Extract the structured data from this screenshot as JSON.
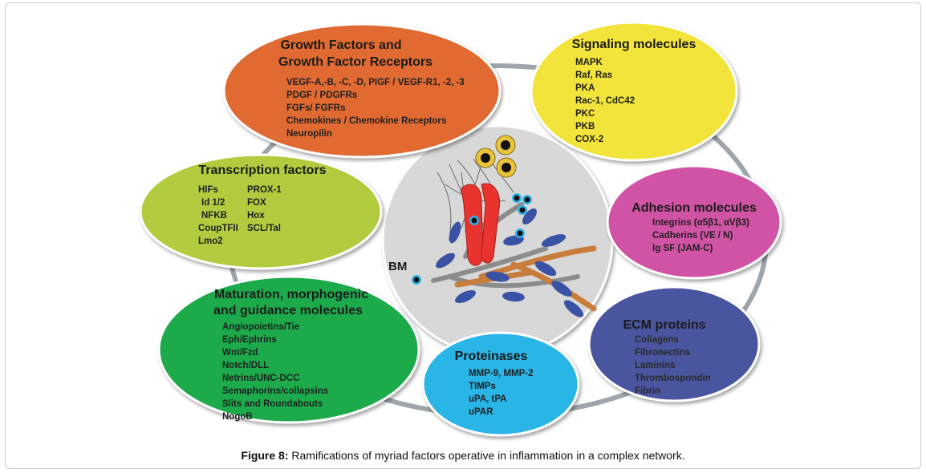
{
  "nodes": {
    "growth": {
      "title_lines": [
        "Growth Factors and",
        "Growth Factor Receptors"
      ],
      "items": [
        "VEGF-A,-B, -C, -D, PIGF / VEGF-R1, -2, -3",
        "PDGF / PDGFRs",
        "FGFs/ FGFRs",
        "Chemokines / Chemokine Receptors",
        "Neuropilin"
      ],
      "color": "#e06a32"
    },
    "signaling": {
      "title": "Signaling molecules",
      "items": [
        "MAPK",
        "Raf, Ras",
        "PKA",
        "Rac-1, CdC42",
        "PKC",
        "PKB",
        "COX-2"
      ],
      "color": "#f3e43a"
    },
    "transcription": {
      "title": "Transcription factors",
      "items_left": [
        "HIFs",
        "Id 1/2",
        "NFKB",
        "CoupTFII",
        "Lmo2"
      ],
      "items_right": [
        "PROX-1",
        "FOX",
        "Hox",
        "SCL/Tal"
      ],
      "color": "#b2cc3f"
    },
    "adhesion": {
      "title": "Adhesion molecules",
      "items": [
        "Integrins (α5β1, αVβ3)",
        "Cadherins (VE / N)",
        "Ig SF (JAM-C)"
      ],
      "color": "#d153a5"
    },
    "maturation": {
      "title_lines": [
        "Maturation, morphogenic",
        "and guidance molecules"
      ],
      "items": [
        "Angiopoietins/Tie",
        "Eph/Ephrins",
        "Wnt/Fzd",
        "Notch/DLL",
        "Netrins/UNC-DCC",
        "Semaphorins/collapsins",
        "Slits and Roundabouts",
        "NogoB"
      ],
      "color": "#1aaa4c"
    },
    "proteinases": {
      "title": "Proteinases",
      "items": [
        "MMP-9, MMP-2",
        "TIMPs",
        "uPA, tPA",
        "uPAR"
      ],
      "color": "#2cb5e7"
    },
    "ecm": {
      "title": "ECM proteins",
      "items": [
        "Collagens",
        "Fibronectins",
        "Laminins",
        "Thrombospondin",
        "Fibrin"
      ],
      "color": "#4a559f"
    }
  },
  "center": {
    "label": "BM",
    "color": "#d8d8d8"
  },
  "caption": {
    "label": "Figure 8:",
    "text": " Ramifications of myriad factors operative in inflammation in a complex network."
  },
  "connector_color": "#9ea5ab"
}
